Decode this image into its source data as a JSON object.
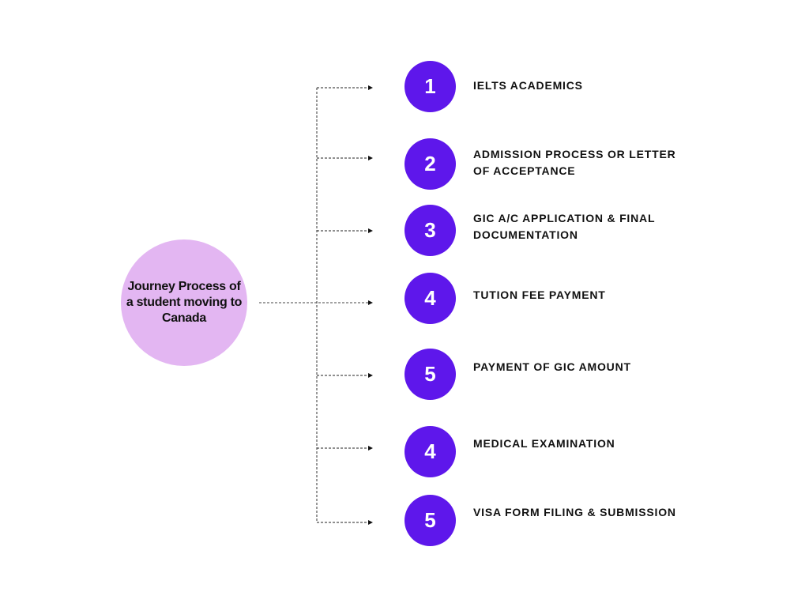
{
  "center": {
    "label": "Journey Process of a student moving to Canada"
  },
  "colors": {
    "step_circle": "#5E17EB",
    "center_circle": "#E3B6F2"
  },
  "steps": [
    {
      "number": "1",
      "label": "IELTS ACADEMICS"
    },
    {
      "number": "2",
      "label": "ADMISSION PROCESS OR LETTER OF ACCEPTANCE"
    },
    {
      "number": "3",
      "label": "GIC A/C APPLICATION & FINAL DOCUMENTATION"
    },
    {
      "number": "4",
      "label": "TUTION FEE PAYMENT"
    },
    {
      "number": "5",
      "label": "PAYMENT OF GIC AMOUNT"
    },
    {
      "number": "4",
      "label": "MEDICAL EXAMINATION"
    },
    {
      "number": "5",
      "label": "VISA FORM FILING & SUBMISSION"
    }
  ]
}
